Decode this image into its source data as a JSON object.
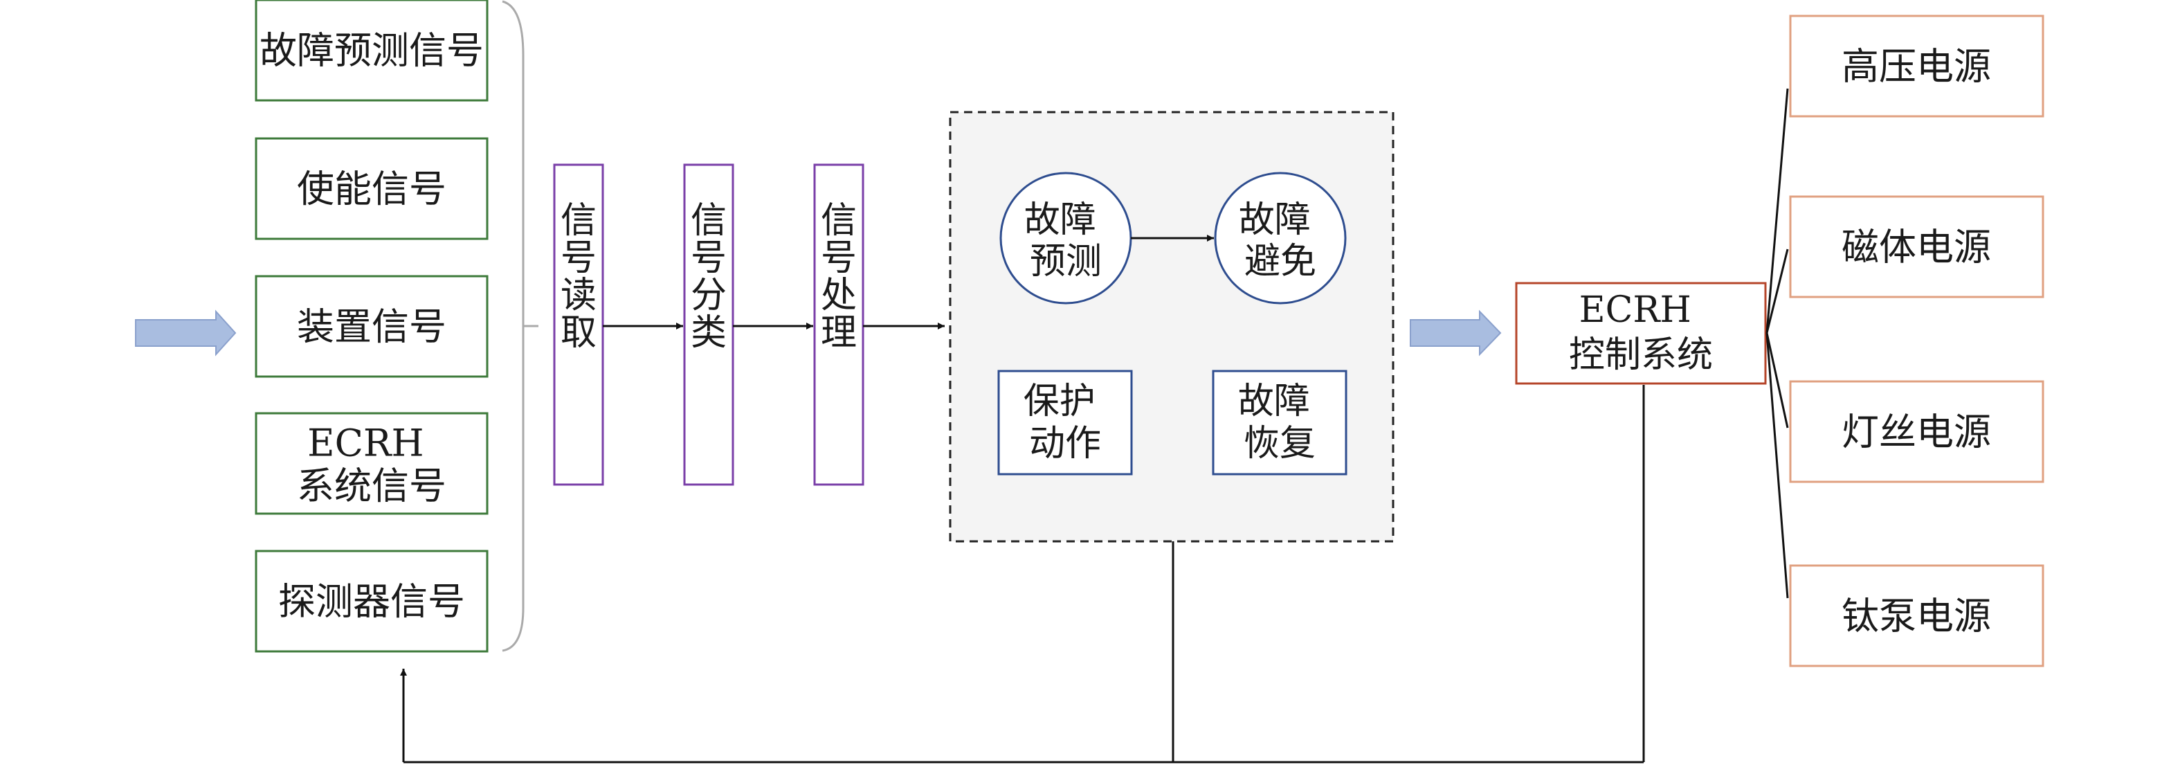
{
  "input_signals": [
    "故障预测信号",
    "使能信号",
    "装置信号",
    "ECRH 系统信号",
    "探测器信号"
  ],
  "processing_steps": [
    "信号读取",
    "信号分类",
    "信号处理"
  ],
  "control_box": {
    "circles": [
      "故障预测",
      "故障避免"
    ],
    "boxes": [
      "保护动作",
      "故障恢复"
    ]
  },
  "ecrh_system": {
    "line1": "ECRH",
    "line2": "控制系统"
  },
  "power_supplies": [
    "高压电源",
    "磁体电源",
    "灯丝电源",
    "钛泵电源"
  ],
  "colors": {
    "signal_border": "#3d7a3a",
    "step_border": "#7a3fa8",
    "control_border": "#2e4d8f",
    "ecrh_border": "#b5452a",
    "supply_border": "#e0a080",
    "control_fill": "#f4f4f4",
    "arrow_fill": "#a9bde0"
  }
}
